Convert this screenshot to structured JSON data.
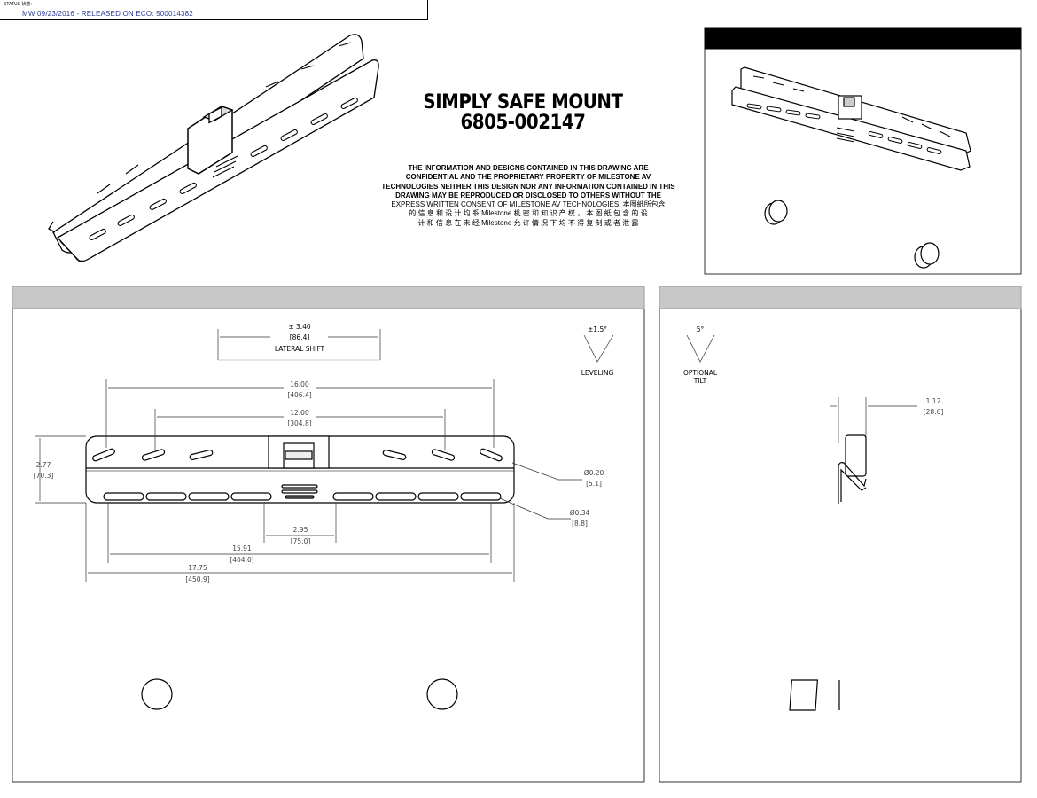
{
  "status": {
    "label": "STATUS 状態:",
    "text": "MW 09/23/2016 - RELEASED ON ECO: 500014382"
  },
  "title": {
    "line1": "SIMPLY SAFE MOUNT",
    "line2": "6805-002147"
  },
  "notice": {
    "bold_lines": [
      "THE INFORMATION AND DESIGNS CONTAINED IN THIS DRAWING ARE",
      "CONFIDENTIAL AND THE PROPRIETARY PROPERTY OF MILESTONE AV",
      "TECHNOLOGIES NEITHER THIS DESIGN NOR ANY INFORMATION CONTAINED IN THIS",
      "DRAWING MAY BE REPRODUCED OR DISCLOSED TO OTHERS WITHOUT THE"
    ],
    "plain_lines": [
      "EXPRESS WRITTEN CONSENT OF MILESTONE AV TECHNOLOGIES. 本图紙所包含",
      "的 信 息 和 设 计 均 系 Milestone 机 密 和 知 识 产 权 ， 本 图 紙 包 含 的 设",
      "计 和 信 息 在 未 经 Milestone 允 许 情 况 下 均 不 得 复 制 或 者 泄 露"
    ]
  },
  "front_view": {
    "lateral_shift": {
      "value": "± 3.40",
      "metric": "[86.4]",
      "label": "LATERAL SHIFT"
    },
    "leveling": {
      "value": "±1.5°",
      "label": "LEVELING"
    },
    "dim_16": {
      "value": "16.00",
      "metric": "[406.4]"
    },
    "dim_12": {
      "value": "12.00",
      "metric": "[304.8]"
    },
    "dim_height": {
      "value": "2.77",
      "metric": "[70.3]"
    },
    "hole_small": {
      "value": "Ø0.20",
      "metric": "[5.1]"
    },
    "hole_large": {
      "value": "Ø0.34",
      "metric": "[8.8]"
    },
    "dim_295": {
      "value": "2.95",
      "metric": "[75.0]"
    },
    "dim_1591": {
      "value": "15.91",
      "metric": "[404.0]"
    },
    "dim_1775": {
      "value": "17.75",
      "metric": "[450.9]"
    }
  },
  "side_view": {
    "tilt": {
      "value": "5°",
      "label1": "OPTIONAL",
      "label2": "TILT"
    },
    "depth": {
      "value": "1.12",
      "metric": "[28.6]"
    }
  }
}
